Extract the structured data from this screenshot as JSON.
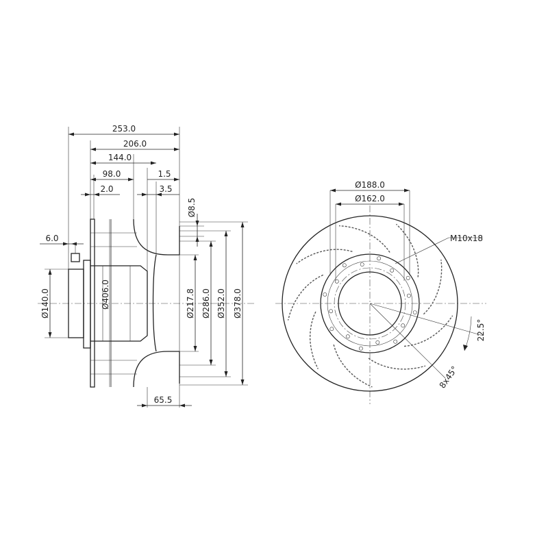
{
  "side_view": {
    "dims": {
      "d253": "253.0",
      "d206": "206.0",
      "d144": "144.0",
      "d98": "98.0",
      "d2": "2.0",
      "d1_5": "1.5",
      "d3_5": "3.5",
      "d6": "6.0",
      "d8_5": "Ø8.5",
      "d140": "Ø140.0",
      "d406": "Ø406.0",
      "d217": "Ø217.8",
      "d286": "Ø286.0",
      "d352": "Ø352.0",
      "d378": "Ø378.0",
      "d65": "65.5"
    }
  },
  "front_view": {
    "dims": {
      "d188": "Ø188.0",
      "d162": "Ø162.0",
      "thread": "M10x18",
      "angle": "22.5°",
      "pattern": "8x45°"
    }
  }
}
